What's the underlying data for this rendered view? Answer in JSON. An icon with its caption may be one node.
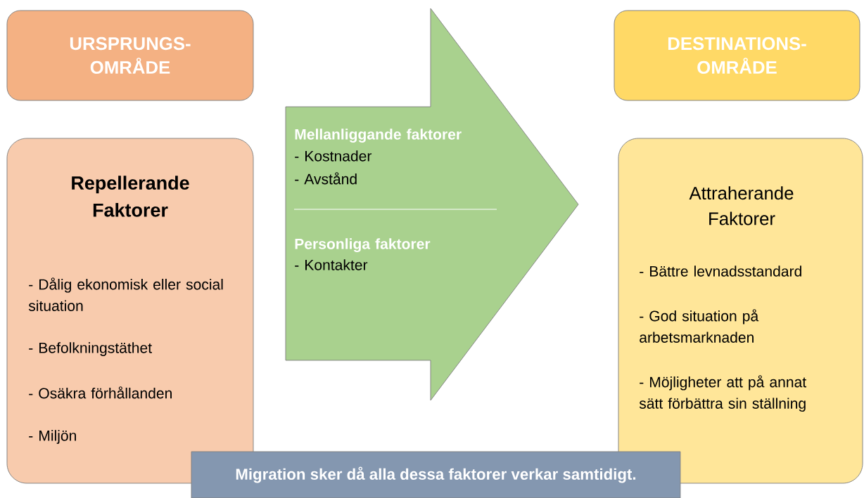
{
  "diagram": {
    "nodes": [
      {
        "text": [
          "URSPRUNGS- OMRÅDE"
        ]
      },
      {
        "text": [
          "DESTINATIONS- OMRÅDE"
        ]
      },
      {
        "text": [
          "Repellerande Faktorer",
          "- Dålig ekonomisk eller social situation",
          "- Befolkningstäthet",
          "- Osäkra förhållanden",
          "- Miljön"
        ]
      },
      {
        "text": [
          "Mellanliggande faktorer",
          "- Kostnader",
          "- Avstånd",
          "Personliga faktorer",
          "- Kontakter"
        ]
      },
      {
        "text": [
          "Attraherande Faktorer",
          "- Bättre levnadsstandard",
          "- God situation på arbetsmarknaden",
          "- Möjligheter att på annat sätt förbättra sin ställning"
        ]
      },
      {
        "text": [
          "Migration sker då alla dessa faktorer verkar samtidigt."
        ]
      }
    ]
  }
}
